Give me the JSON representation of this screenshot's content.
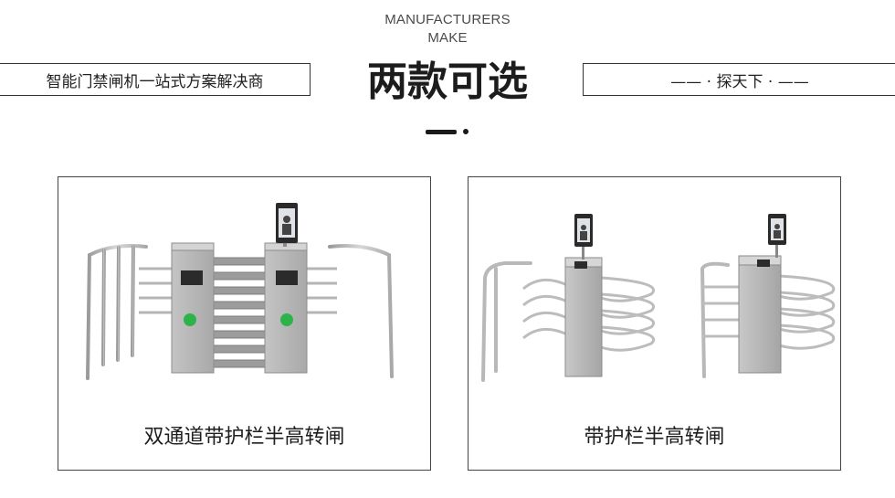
{
  "header": {
    "manufacturers": "MANUFACTURERS",
    "make": "MAKE",
    "left_slogan": "智能门禁闸机一站式方案解决商",
    "title": "两款可选",
    "right_text": "—— · 探天下 · ——"
  },
  "products": [
    {
      "caption": "双通道带护栏半高转闸",
      "image": "dual-channel-half-height-turnstile-with-guardrail"
    },
    {
      "caption": "带护栏半高转闸",
      "image": "half-height-turnstile-with-guardrail"
    }
  ],
  "colors": {
    "accent": "#1a1a1a",
    "metal": "#c8c8c8",
    "indicator_green": "#2db34a"
  }
}
